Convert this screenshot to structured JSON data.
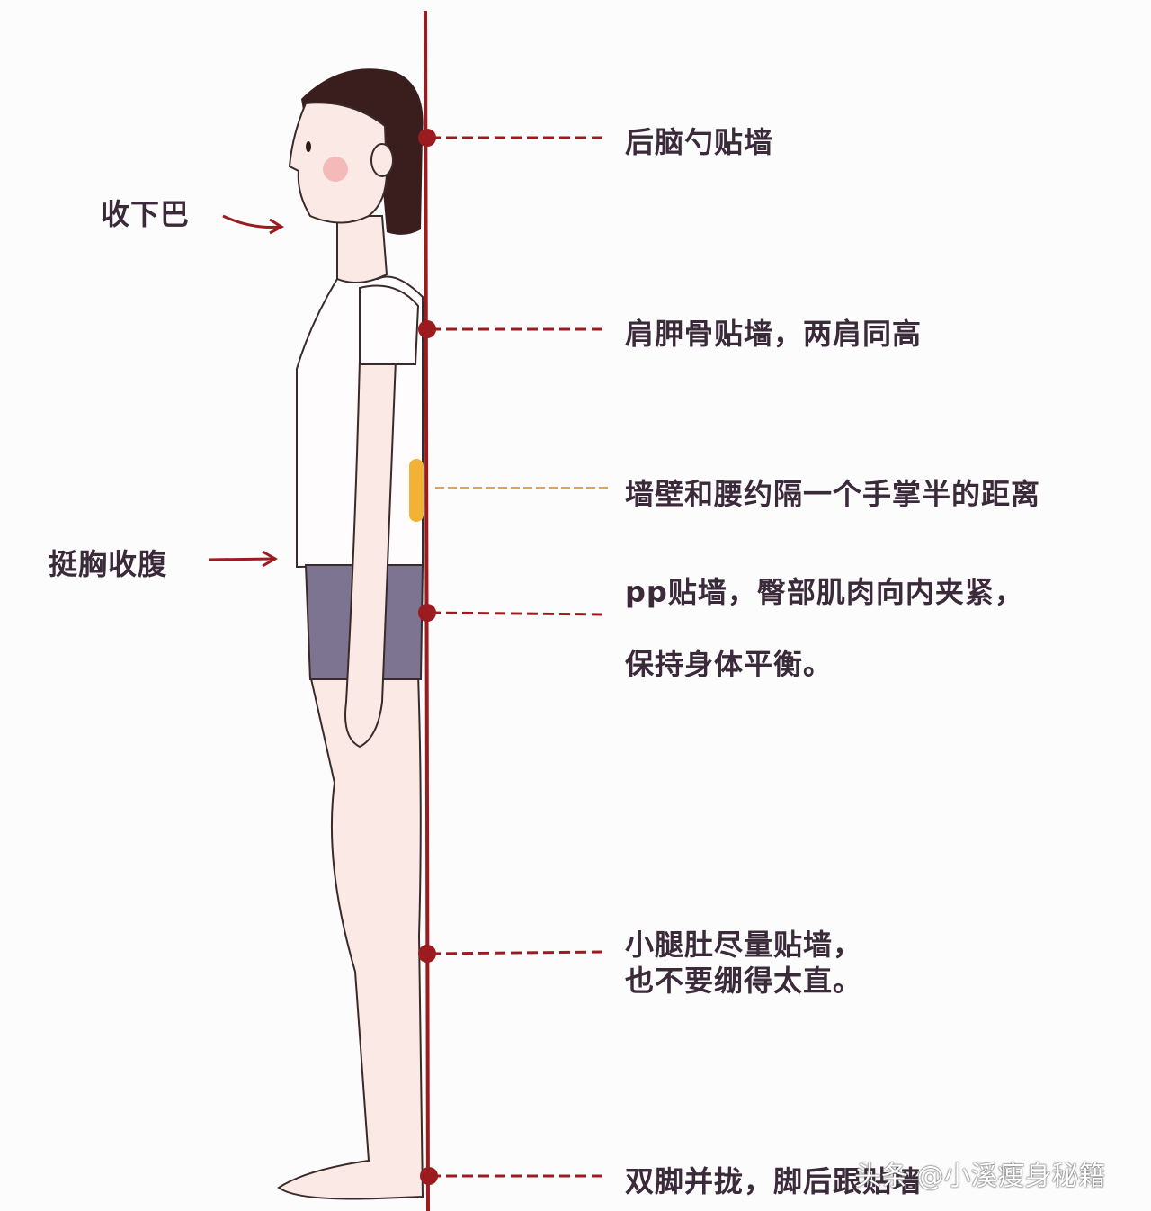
{
  "labels": {
    "head": "后脑勺贴墙",
    "chin": "收下巴",
    "shoulder": "肩胛骨贴墙，两肩同高",
    "waist": "墙壁和腰约隔一个手掌半的距离",
    "chest": "挺胸收腹",
    "hip_line1": "pp贴墙，臀部肌肉向内夹紧，",
    "hip_line2": "保持身体平衡。",
    "calf_line1": "小腿肚尽量贴墙，",
    "calf_line2": "也不要绷得太直。",
    "feet": "双脚并拢，脚后跟贴墙"
  },
  "watermark": "头条 @小溪瘦身秘籍",
  "colors": {
    "wall_line": "#9b1b1f",
    "skin": "#fbe9e6",
    "hair": "#3a1d1d",
    "shorts": "#7c7490",
    "waist_marker": "#f3b233",
    "text": "#3a2a3a"
  }
}
